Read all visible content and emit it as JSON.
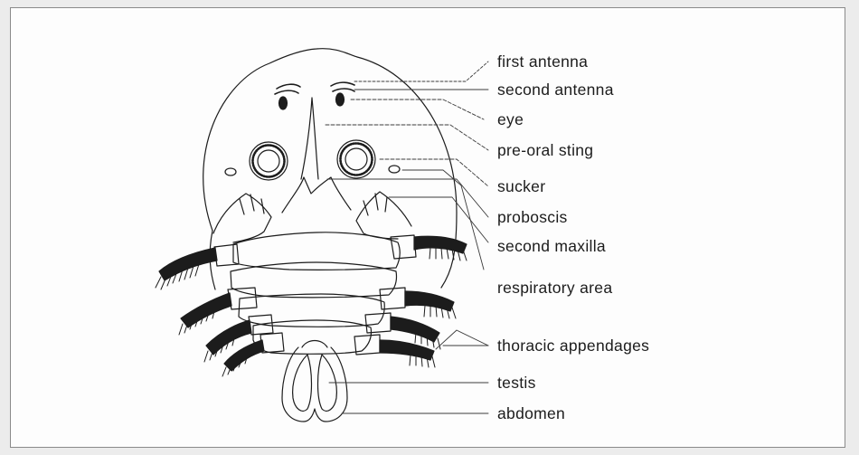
{
  "diagram": {
    "labels": [
      {
        "id": "first-antenna",
        "text": "first antenna"
      },
      {
        "id": "second-antenna",
        "text": "second antenna"
      },
      {
        "id": "eye",
        "text": "eye"
      },
      {
        "id": "pre-oral-sting",
        "text": "pre-oral sting"
      },
      {
        "id": "sucker",
        "text": "sucker"
      },
      {
        "id": "proboscis",
        "text": "proboscis"
      },
      {
        "id": "second-maxilla",
        "text": "second maxilla"
      },
      {
        "id": "respiratory-area",
        "text": "respiratory area"
      },
      {
        "id": "thoracic-appendages",
        "text": "thoracic appendages"
      },
      {
        "id": "testis",
        "text": "testis"
      },
      {
        "id": "abdomen",
        "text": "abdomen"
      }
    ]
  },
  "colors": {
    "ink": "#1c1c1c",
    "paper": "#fdfdfd",
    "background": "#ececec",
    "frame": "#8a8a8a"
  }
}
